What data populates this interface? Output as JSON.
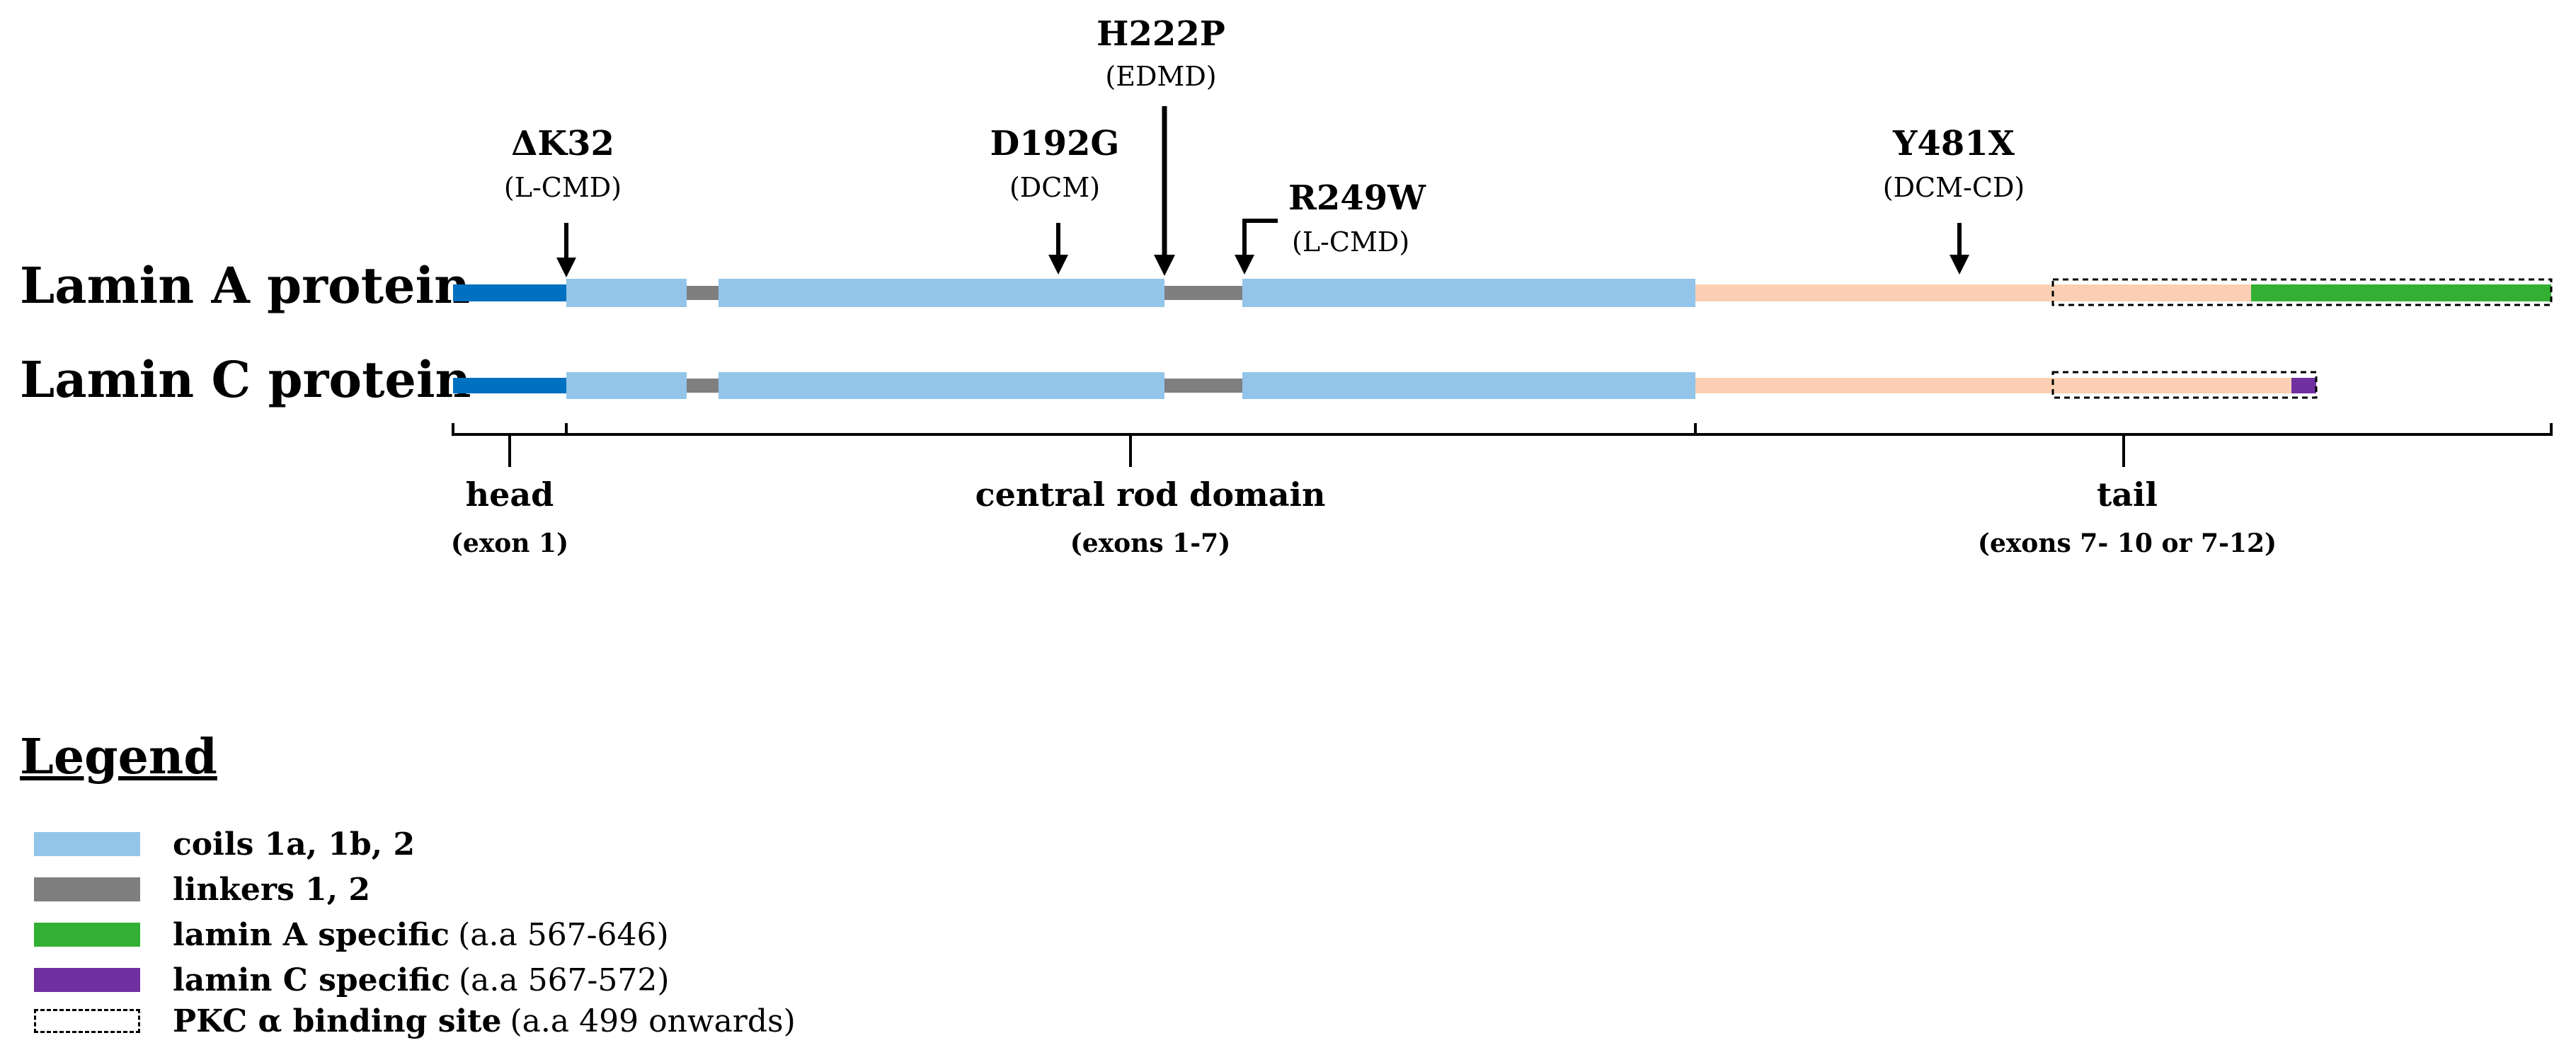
{
  "proteins": {
    "lamin_a": "Lamin A protein",
    "lamin_c": "Lamin C protein"
  },
  "mutations": [
    {
      "name": "ΔK32",
      "disease": "(L-CMD)"
    },
    {
      "name": "D192G",
      "disease": "(DCM)"
    },
    {
      "name": "H222P",
      "disease": "(EDMD)"
    },
    {
      "name": "R249W",
      "disease": "(L-CMD)"
    },
    {
      "name": "Y481X",
      "disease": "(DCM-CD)"
    }
  ],
  "domains": [
    {
      "name": "head",
      "exons": "(exon 1)"
    },
    {
      "name": "central rod domain",
      "exons": "(exons 1-7)"
    },
    {
      "name": "tail",
      "exons": "(exons 7- 10 or 7-12)"
    }
  ],
  "colors": {
    "head": "#0070c0",
    "coil": "#92c5e9",
    "linker": "#7f7f7f",
    "tail": "#fbcfb3",
    "lamin_a_specific": "#33b033",
    "lamin_c_specific": "#7030a0"
  },
  "legend": {
    "title": "Legend",
    "items": [
      {
        "swatch": "coil",
        "label": "coils 1a, 1b, 2",
        "note": ""
      },
      {
        "swatch": "linker",
        "label": "linkers 1, 2",
        "note": ""
      },
      {
        "swatch": "lamin-a-specific",
        "label": "lamin A specific",
        "note": "(a.a 567-646)"
      },
      {
        "swatch": "lamin-c-specific",
        "label": "lamin C specific",
        "note": "(a.a 567-572)"
      },
      {
        "swatch": "pkc-binding",
        "label": "PKC α binding site",
        "note": "(a.a 499 onwards)"
      }
    ]
  }
}
